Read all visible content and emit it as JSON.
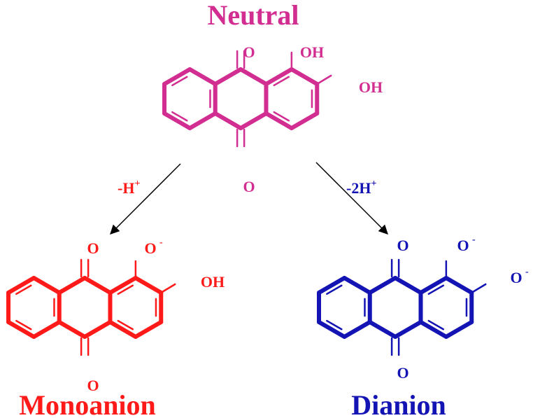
{
  "colors": {
    "neutral": "#d22d91",
    "monoanion": "#ff1a1a",
    "dianion": "#1414b4",
    "arrow": "#000000"
  },
  "species": {
    "neutral": {
      "title": "Neutral",
      "o_top": "O",
      "o_bottom": "O",
      "sub1": "OH",
      "sub2": "OH"
    },
    "monoanion": {
      "title": "Monoanion",
      "o_top": "O",
      "o_bottom": "O",
      "sub1": "O",
      "sub1_charge": "-",
      "sub2": "OH"
    },
    "dianion": {
      "title": "Dianion",
      "o_top": "O",
      "o_bottom": "O",
      "sub1": "O",
      "sub1_charge": "-",
      "sub2": "O",
      "sub2_charge": "-"
    }
  },
  "steps": {
    "left": {
      "text": "-H",
      "charge": "+"
    },
    "right": {
      "text": "-2H",
      "charge": "+"
    }
  }
}
